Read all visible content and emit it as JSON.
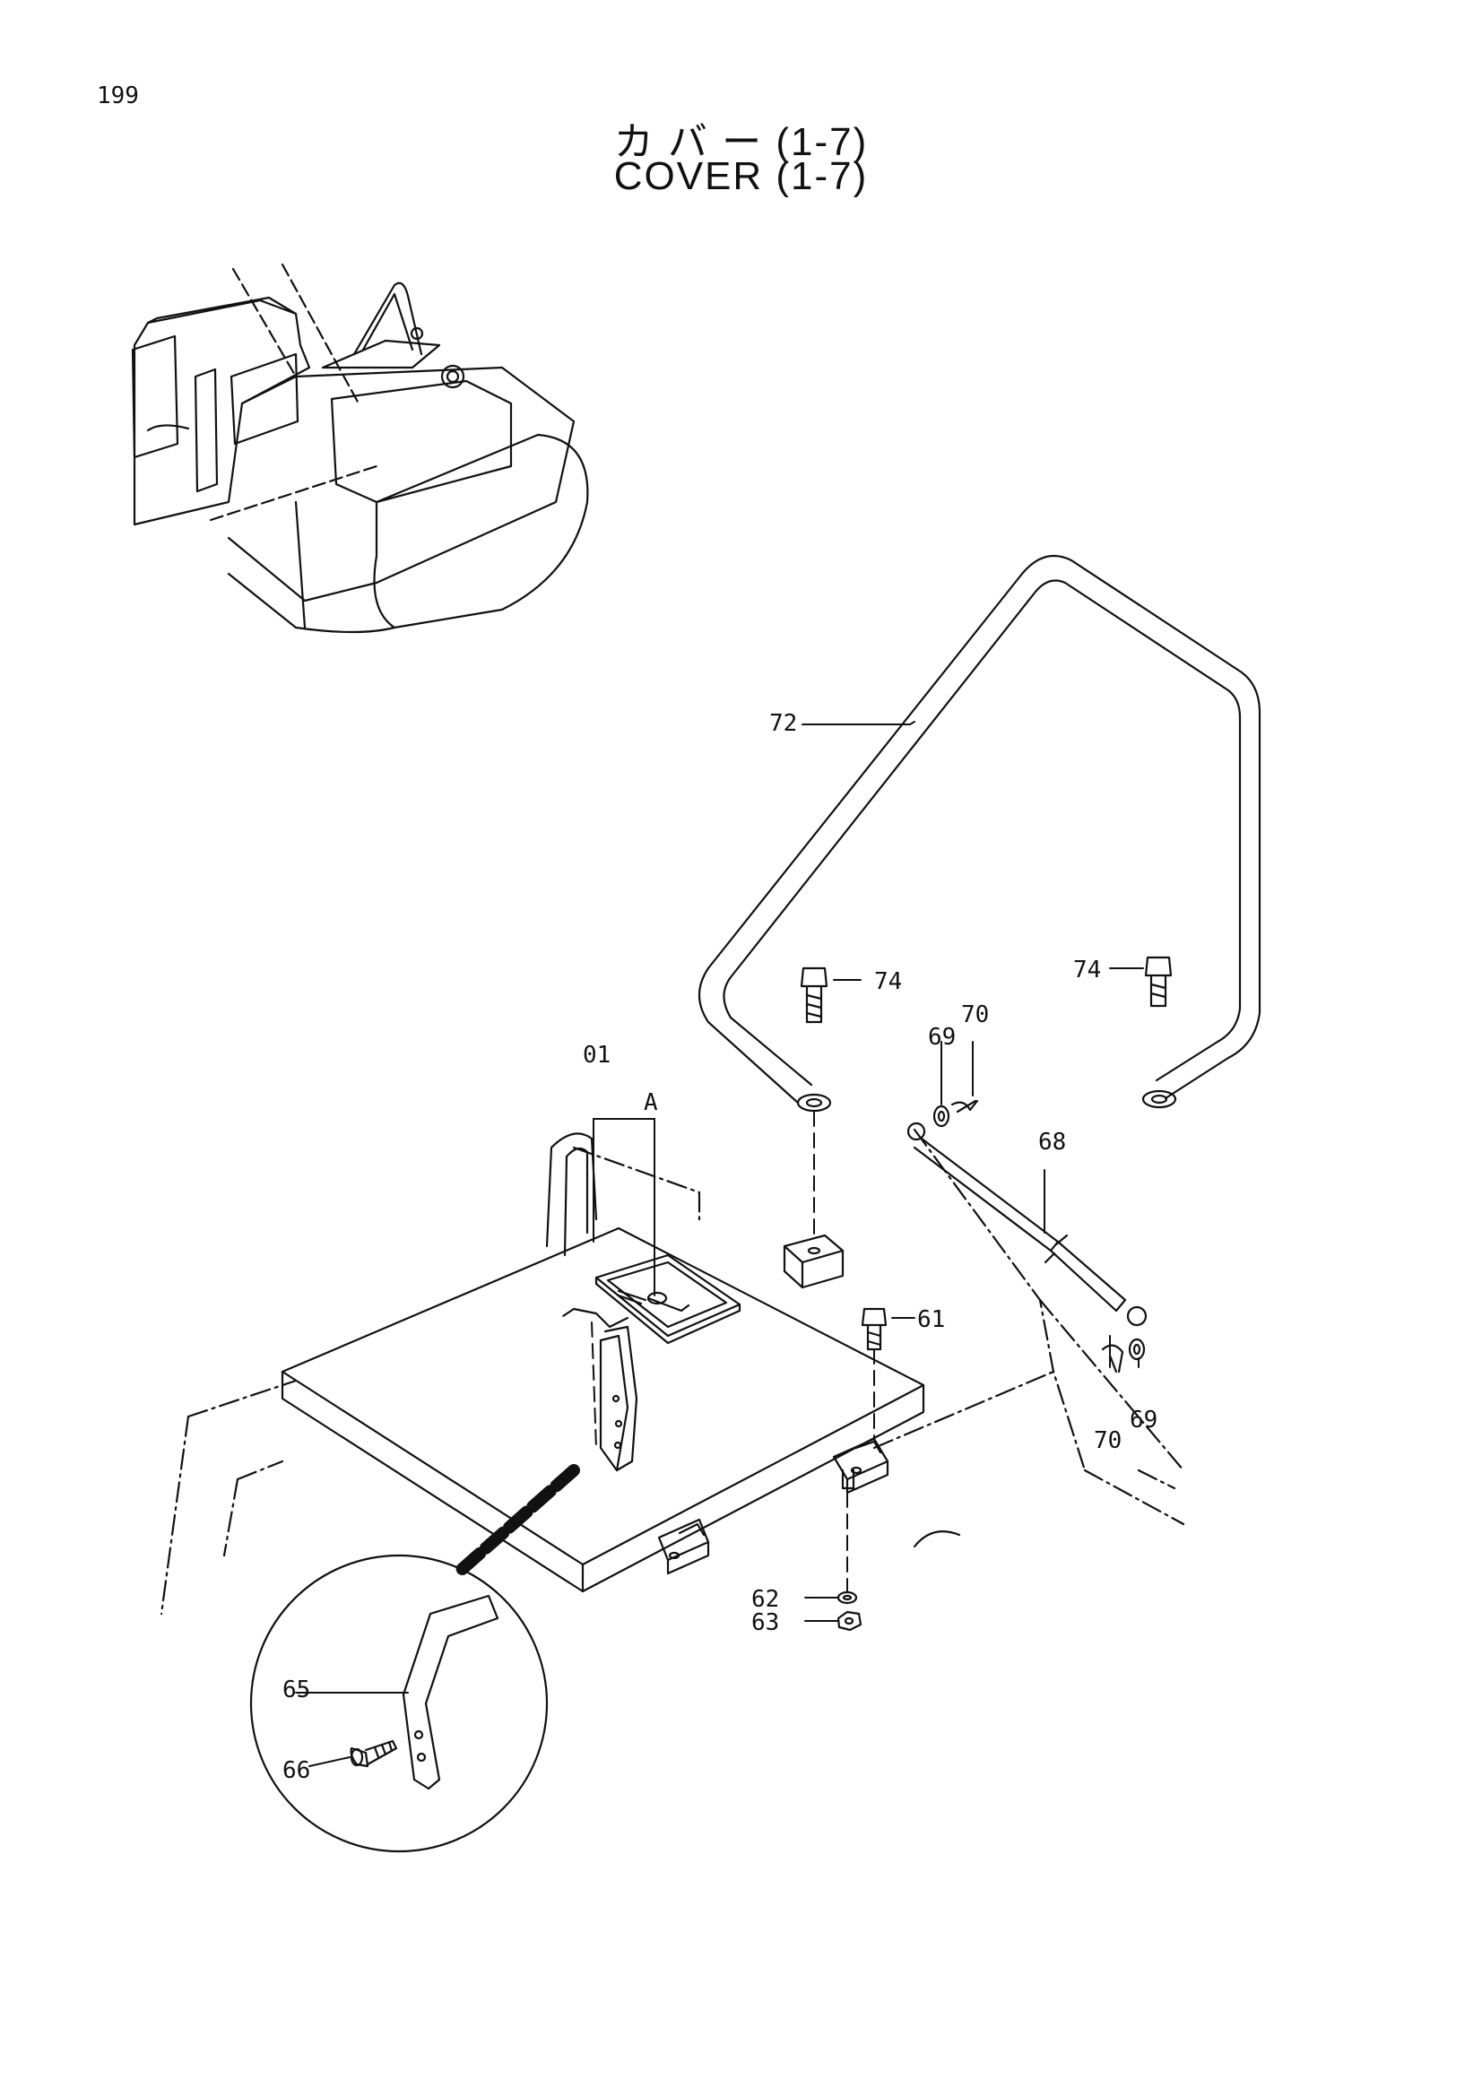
{
  "page": {
    "number": "199",
    "title_jp": "カ バ ー  (1-7)",
    "title_en": "COVER (1-7)"
  },
  "callouts": {
    "c72": "72",
    "c74a": "74",
    "c74b": "74",
    "c70a": "70",
    "c69a": "69",
    "c01": "01",
    "cA": "A",
    "c68": "68",
    "c61": "61",
    "c70b": "70",
    "c69b": "69",
    "c62": "62",
    "c63": "63",
    "c65": "65",
    "c66": "66"
  }
}
